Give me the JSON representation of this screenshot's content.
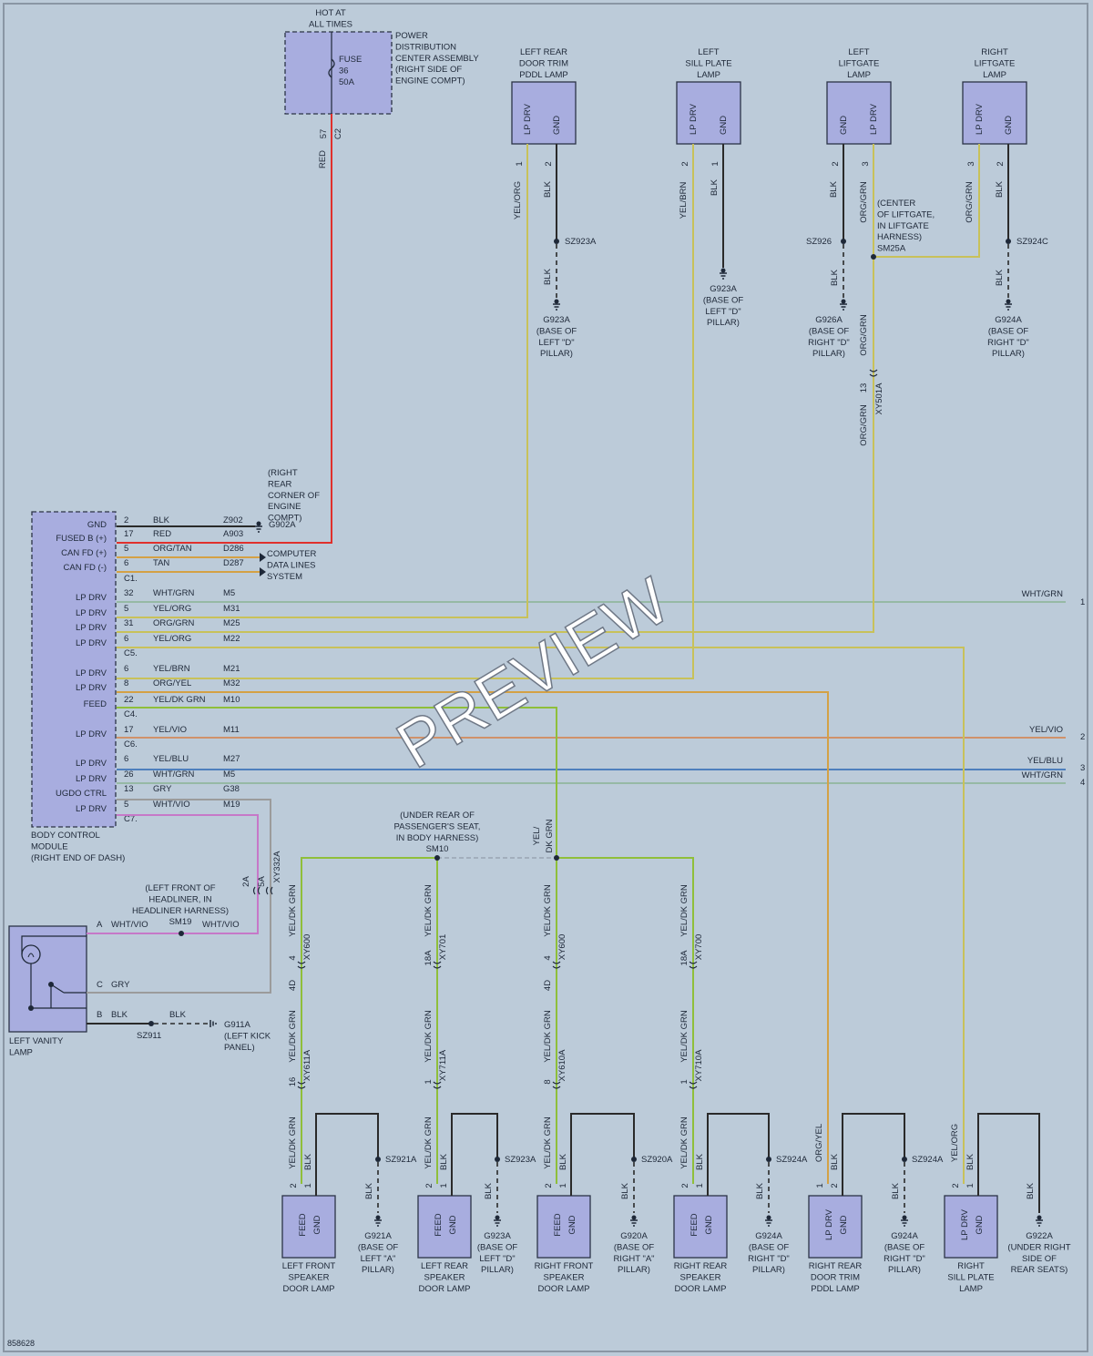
{
  "diagram_id": "858628",
  "watermark": "PREVIEW",
  "power_distribution": {
    "hot": [
      "HOT AT",
      "ALL TIMES"
    ],
    "fuse": [
      "FUSE",
      "36",
      "50A"
    ],
    "label": [
      "POWER",
      "DISTRIBUTION",
      "CENTER ASSEMBLY",
      "(RIGHT SIDE OF",
      "ENGINE COMPT)"
    ],
    "pin": "57",
    "connector": "C2",
    "wire_color": "RED"
  },
  "ground_note": [
    "(RIGHT",
    "REAR",
    "CORNER OF",
    "ENGINE",
    "COMPT)"
  ],
  "computer_data_lines": [
    "COMPUTER",
    "DATA LINES",
    "SYSTEM"
  ],
  "bcm": {
    "label": [
      "BODY CONTROL",
      "MODULE",
      "(RIGHT END OF DASH)"
    ],
    "rows": [
      {
        "func": "GND",
        "pin": "2",
        "color": "BLK",
        "circuit": "Z902",
        "extra": "G902A"
      },
      {
        "func": "FUSED B (+)",
        "pin": "17",
        "color": "RED",
        "circuit": "A903"
      },
      {
        "func": "CAN FD (+)",
        "pin": "5",
        "color": "ORG/TAN",
        "circuit": "D286"
      },
      {
        "func": "CAN FD (-)",
        "pin": "6",
        "color": "TAN",
        "circuit": "D287"
      },
      {
        "conn": "C1"
      },
      {
        "func": "LP DRV",
        "pin": "32",
        "color": "WHT/GRN",
        "circuit": "M5"
      },
      {
        "func": "LP DRV",
        "pin": "5",
        "color": "YEL/ORG",
        "circuit": "M31"
      },
      {
        "func": "LP DRV",
        "pin": "31",
        "color": "ORG/GRN",
        "circuit": "M25"
      },
      {
        "func": "LP DRV",
        "pin": "6",
        "color": "YEL/ORG",
        "circuit": "M22"
      },
      {
        "conn": "C5"
      },
      {
        "func": "LP DRV",
        "pin": "6",
        "color": "YEL/BRN",
        "circuit": "M21"
      },
      {
        "func": "LP DRV",
        "pin": "8",
        "color": "ORG/YEL",
        "circuit": "M32"
      },
      {
        "func": "FEED",
        "pin": "22",
        "color": "YEL/DK GRN",
        "circuit": "M10"
      },
      {
        "conn": "C4"
      },
      {
        "func": "LP DRV",
        "pin": "17",
        "color": "YEL/VIO",
        "circuit": "M11"
      },
      {
        "conn": "C6"
      },
      {
        "func": "LP DRV",
        "pin": "6",
        "color": "YEL/BLU",
        "circuit": "M27"
      },
      {
        "func": "LP DRV",
        "pin": "26",
        "color": "WHT/GRN",
        "circuit": "M5"
      },
      {
        "func": "UGDO CTRL",
        "pin": "13",
        "color": "GRY",
        "circuit": "G38"
      },
      {
        "func": "LP DRV",
        "pin": "5",
        "color": "WHT/VIO",
        "circuit": "M19"
      },
      {
        "conn": "C7"
      }
    ]
  },
  "offpage": [
    {
      "color": "WHT/GRN",
      "ref": "1"
    },
    {
      "color": "YEL/VIO",
      "ref": "2"
    },
    {
      "color": "YEL/BLU",
      "ref": "3"
    },
    {
      "color": "WHT/GRN",
      "ref": "4"
    }
  ],
  "top_lamps": [
    {
      "label": [
        "LEFT REAR",
        "DOOR TRIM",
        "PDDL LAMP"
      ],
      "pins": [
        "LP DRV",
        "GND"
      ],
      "pin_nums": [
        "1",
        "2"
      ],
      "drv_color": "YEL/ORG",
      "gnd_color": "BLK",
      "splice": "SZ923A",
      "ground": [
        "G923A",
        "(BASE OF",
        "LEFT \"D\"",
        "PILLAR)"
      ],
      "gnd_blk": "BLK"
    },
    {
      "label": [
        "LEFT",
        "SILL PLATE",
        "LAMP"
      ],
      "pins": [
        "LP DRV",
        "GND"
      ],
      "pin_nums": [
        "2",
        "1"
      ],
      "drv_color": "YEL/BRN",
      "gnd_color": "BLK",
      "ground": [
        "G923A",
        "(BASE OF",
        "LEFT \"D\"",
        "PILLAR)"
      ]
    },
    {
      "label": [
        "LEFT",
        "LIFTGATE",
        "LAMP"
      ],
      "pins": [
        "GND",
        "LP DRV"
      ],
      "pin_nums": [
        "2",
        "3"
      ],
      "drv_color": "ORG/GRN",
      "gnd_color": "BLK",
      "splice": "SZ926",
      "ground": [
        "G926A",
        "(BASE OF",
        "RIGHT \"D\"",
        "PILLAR)"
      ],
      "gnd_blk": "BLK"
    },
    {
      "label": [
        "RIGHT",
        "LIFTGATE",
        "LAMP"
      ],
      "pins": [
        "LP DRV",
        "GND"
      ],
      "pin_nums": [
        "3",
        "2"
      ],
      "drv_color": "ORG/GRN",
      "gnd_color": "BLK",
      "splice": "SZ924C",
      "ground": [
        "G924A",
        "(BASE OF",
        "RIGHT \"D\"",
        "PILLAR)"
      ],
      "gnd_blk": "BLK"
    }
  ],
  "sm25a": [
    "(CENTER",
    "OF LIFTGATE,",
    "IN LIFTGATE",
    "HARNESS)",
    "SM25A"
  ],
  "liftgate_connector": {
    "pin": "13",
    "conn": "XY501A",
    "color_above": "ORG/GRN",
    "color_below": "ORG/GRN"
  },
  "sm10": {
    "label": [
      "(UNDER REAR OF",
      "PASSENGER'S SEAT,",
      "IN BODY HARNESS)",
      "SM10"
    ],
    "feed_color": "YEL/",
    "feed_color2": "DK GRN"
  },
  "harness_connectors": [
    "2A",
    "5A",
    "XY332A"
  ],
  "sm19": [
    "(LEFT FRONT OF",
    "HEADLINER, IN",
    "HEADLINER HARNESS)",
    "SM19"
  ],
  "vanity": {
    "label": [
      "LEFT VANITY",
      "LAMP"
    ],
    "pins": [
      {
        "pin": "A",
        "color": "WHT/VIO",
        "color2": "WHT/VIO"
      },
      {
        "pin": "C",
        "color": "GRY"
      },
      {
        "pin": "B",
        "color": "BLK",
        "color2": "BLK"
      }
    ],
    "splice": "SZ911",
    "ground": [
      "G911A",
      "(LEFT KICK",
      "PANEL)"
    ]
  },
  "speaker_columns": [
    {
      "color": "YEL/DK GRN",
      "pin1": "4",
      "conn1": "XY600",
      "pin2": "4D",
      "pin3": "16",
      "conn2": "XY611A"
    },
    {
      "color": "YEL/DK GRN",
      "pin1": "18A",
      "conn1": "XY701",
      "pin2": "",
      "pin3": "1",
      "conn2": "XY711A"
    },
    {
      "color": "YEL/DK GRN",
      "pin1": "4",
      "conn1": "XY600",
      "pin2": "4D",
      "pin3": "8",
      "conn2": "XY610A"
    },
    {
      "color": "YEL/DK GRN",
      "pin1": "18A",
      "conn1": "XY700",
      "pin2": "",
      "pin3": "1",
      "conn2": "XY710A"
    }
  ],
  "bottom_lamps": [
    {
      "label": [
        "LEFT FRONT",
        "SPEAKER",
        "DOOR LAMP"
      ],
      "pins": [
        "FEED",
        "GND"
      ],
      "pin_nums": [
        "2",
        "1"
      ],
      "drv_color": "YEL/DK GRN",
      "gnd_color": "BLK",
      "splice": "SZ921A",
      "ground": [
        "G921A",
        "(BASE OF",
        "LEFT \"A\"",
        "PILLAR)"
      ]
    },
    {
      "label": [
        "LEFT REAR",
        "SPEAKER",
        "DOOR LAMP"
      ],
      "pins": [
        "FEED",
        "GND"
      ],
      "pin_nums": [
        "2",
        "1"
      ],
      "drv_color": "YEL/DK GRN",
      "gnd_color": "BLK",
      "splice": "SZ923A",
      "ground": [
        "G923A",
        "(BASE OF",
        "LEFT \"D\"",
        "PILLAR)"
      ]
    },
    {
      "label": [
        "RIGHT FRONT",
        "SPEAKER",
        "DOOR LAMP"
      ],
      "pins": [
        "FEED",
        "GND"
      ],
      "pin_nums": [
        "2",
        "1"
      ],
      "drv_color": "YEL/DK GRN",
      "gnd_color": "BLK",
      "splice": "SZ920A",
      "ground": [
        "G920A",
        "(BASE OF",
        "RIGHT \"A\"",
        "PILLAR)"
      ]
    },
    {
      "label": [
        "RIGHT REAR",
        "SPEAKER",
        "DOOR LAMP"
      ],
      "pins": [
        "FEED",
        "GND"
      ],
      "pin_nums": [
        "2",
        "1"
      ],
      "drv_color": "YEL/DK GRN",
      "gnd_color": "BLK",
      "splice": "SZ924A",
      "ground": [
        "G924A",
        "(BASE OF",
        "RIGHT \"D\"",
        "PILLAR)"
      ]
    },
    {
      "label": [
        "RIGHT REAR",
        "DOOR TRIM",
        "PDDL LAMP"
      ],
      "pins": [
        "LP DRV",
        "GND"
      ],
      "pin_nums": [
        "1",
        "2"
      ],
      "drv_color": "ORG/YEL",
      "gnd_color": "BLK",
      "splice": "SZ924A",
      "ground": [
        "G924A",
        "(BASE OF",
        "RIGHT \"D\"",
        "PILLAR)"
      ]
    },
    {
      "label": [
        "RIGHT",
        "SILL PLATE",
        "LAMP"
      ],
      "pins": [
        "LP DRV",
        "GND"
      ],
      "pin_nums": [
        "2",
        "1"
      ],
      "drv_color": "YEL/ORG",
      "gnd_color": "BLK",
      "ground": [
        "G922A",
        "(UNDER RIGHT",
        "SIDE OF",
        "REAR SEATS)"
      ]
    }
  ],
  "bottom_gnd_blk": "BLK"
}
